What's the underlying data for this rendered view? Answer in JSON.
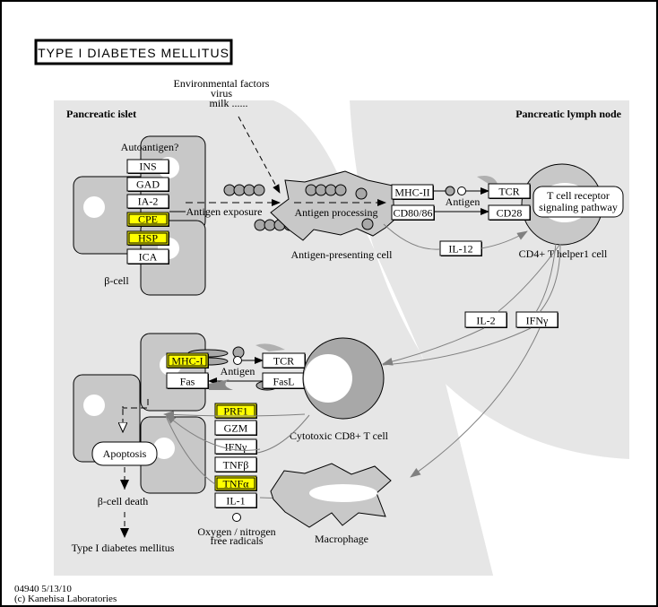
{
  "title": "TYPE I DIABETES MELLITUS",
  "footer": {
    "map_id_date": "04940 5/13/10",
    "copyright": "(c) Kanehisa Laboratories"
  },
  "colors": {
    "highlight": "#ffff00",
    "compartment": "#e6e6e6",
    "cell": "#c8c8c8",
    "relation": "#808080"
  },
  "regions": {
    "islet": "Pancreatic islet",
    "lymph_node": "Pancreatic lymph node"
  },
  "environment": {
    "line1": "Environmental factors",
    "line2": "virus",
    "line3": "milk ......"
  },
  "labels": {
    "autoantigen": "Autoantigen?",
    "beta_cell": "β-cell",
    "antigen_exposure": "Antigen exposure",
    "antigen_processing": "Antigen processing",
    "apc": "Antigen-presenting cell",
    "antigen_apc": "Antigen",
    "cd4": "CD4+ T helper1 cell",
    "antigen_ctl": "Antigen",
    "cd8": "Cytotoxic CD8+ T cell",
    "macrophage": "Macrophage",
    "apoptosis": "Apoptosis",
    "beta_cell_death": "β-cell death",
    "t1dm": "Type I diabetes mellitus",
    "radicals_line1": "Oxygen / nitrogen",
    "radicals_line2": "free radicals",
    "tcr_pathway_line1": "T cell receptor",
    "tcr_pathway_line2": "signaling pathway"
  },
  "genes": {
    "INS": {
      "label": "INS",
      "highlighted": false
    },
    "GAD": {
      "label": "GAD",
      "highlighted": false
    },
    "IA2": {
      "label": "IA-2",
      "highlighted": false
    },
    "CPE": {
      "label": "CPE",
      "highlighted": true
    },
    "HSP": {
      "label": "HSP",
      "highlighted": true
    },
    "ICA": {
      "label": "ICA",
      "highlighted": false
    },
    "MHCII": {
      "label": "MHC-II",
      "highlighted": false
    },
    "CD8086": {
      "label": "CD80/86",
      "highlighted": false
    },
    "TCR1": {
      "label": "TCR",
      "highlighted": false
    },
    "CD28": {
      "label": "CD28",
      "highlighted": false
    },
    "IL12": {
      "label": "IL-12",
      "highlighted": false
    },
    "IL2": {
      "label": "IL-2",
      "highlighted": false
    },
    "IFNG1": {
      "label": "IFNγ",
      "highlighted": false
    },
    "MHCI": {
      "label": "MHC-I",
      "highlighted": true
    },
    "Fas": {
      "label": "Fas",
      "highlighted": false
    },
    "TCR2": {
      "label": "TCR",
      "highlighted": false
    },
    "FasL": {
      "label": "FasL",
      "highlighted": false
    },
    "PRF1": {
      "label": "PRF1",
      "highlighted": true
    },
    "GZM": {
      "label": "GZM",
      "highlighted": false
    },
    "IFNG2": {
      "label": "IFNγ",
      "highlighted": false
    },
    "TNFB": {
      "label": "TNFβ",
      "highlighted": false
    },
    "TNFA": {
      "label": "TNFα",
      "highlighted": true
    },
    "IL1": {
      "label": "IL-1",
      "highlighted": false
    }
  }
}
